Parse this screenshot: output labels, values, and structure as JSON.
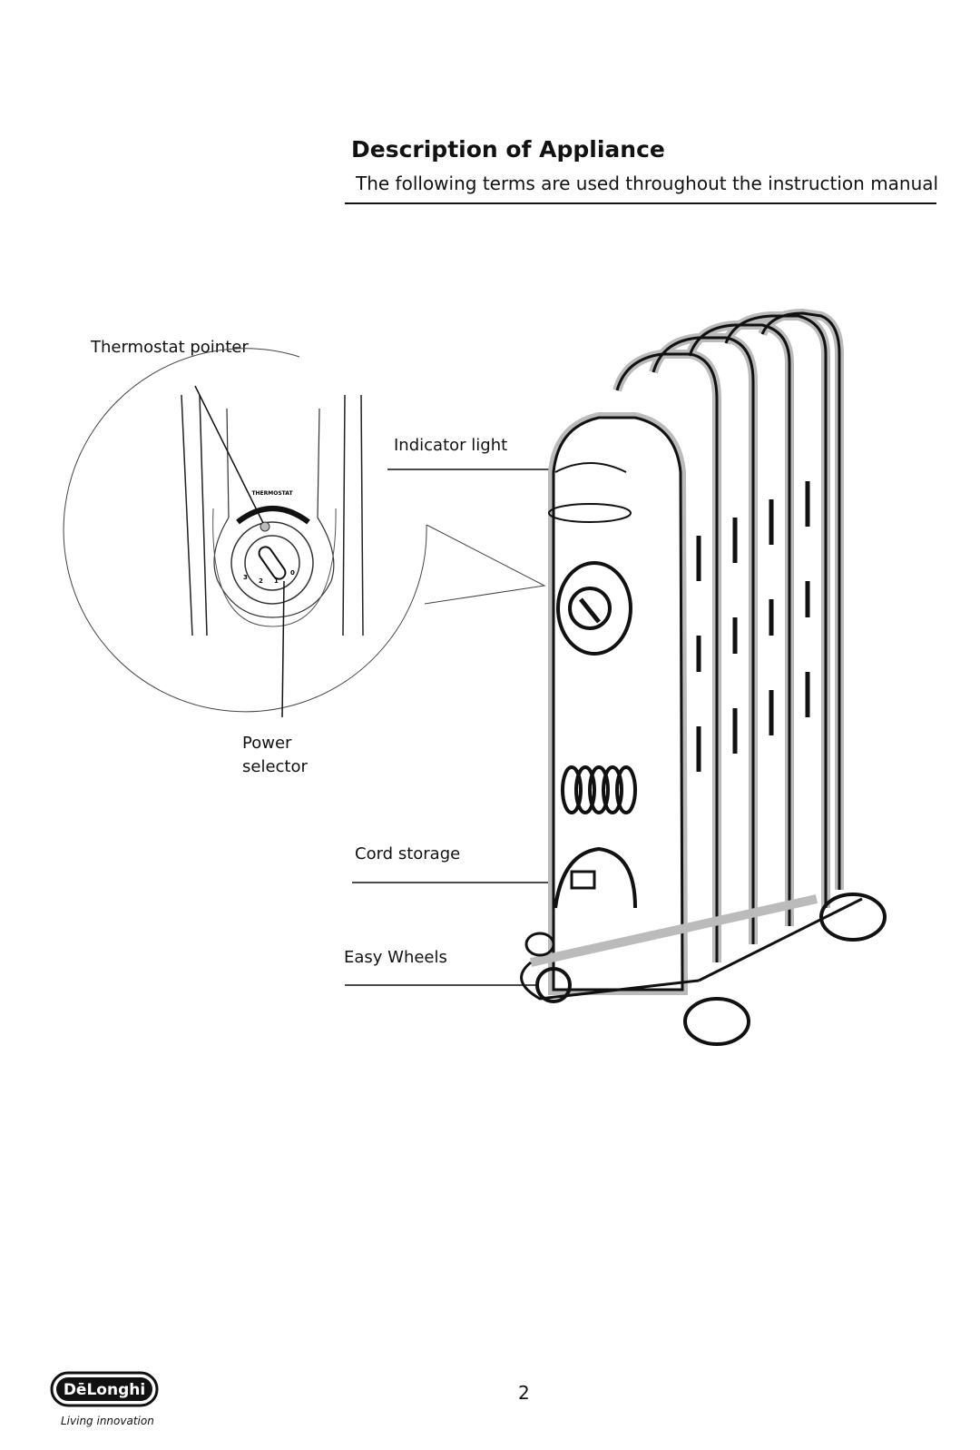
{
  "header": {
    "title": "Description of Appliance",
    "subtitle": "The following terms are used throughout the instruction manual"
  },
  "labels": {
    "thermostat_pointer": "Thermostat pointer",
    "indicator_light": "Indicator light",
    "power_selector_line1": "Power",
    "power_selector_line2": "selector",
    "cord_storage": "Cord storage",
    "easy_wheels": "Easy Wheels"
  },
  "dial": {
    "thermostat_text": "THERMOSTAT",
    "marks": [
      "3",
      "2",
      "1",
      "0"
    ]
  },
  "footer": {
    "page_number": "2",
    "brand": "DēLonghi",
    "tagline": "Living innovation"
  }
}
